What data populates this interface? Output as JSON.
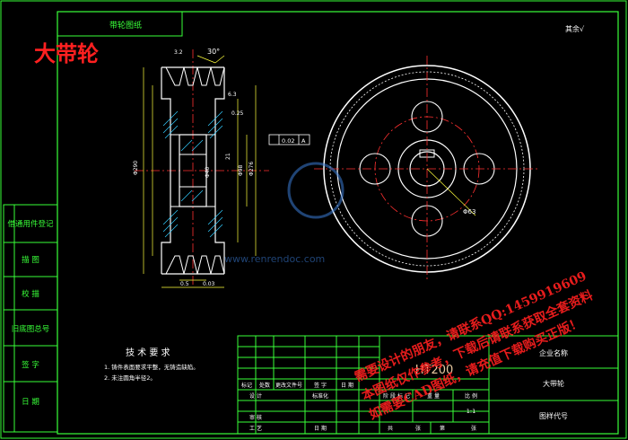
{
  "colors": {
    "background": "#000000",
    "frame": "#39ff39",
    "outline": "#ffffff",
    "center": "#ff3030",
    "dimension": "#ffff3c",
    "hatch": "#33ccff",
    "watermark": "#ff1a1a"
  },
  "drawing_title_red": "大带轮",
  "code_box": "带轮图纸",
  "surface_note": "其余√",
  "left_strip": [
    "借通用件登记",
    "描 图",
    "校 描",
    "旧底图总号",
    "签 字",
    "日 期"
  ],
  "tech_requirements": {
    "title": "技 术 要 求",
    "items": [
      "1. 铸件表面要求平整，无铸造缺陷。",
      "2. 未注圆角半径2。"
    ]
  },
  "material": "HT200",
  "title_block": {
    "company": "企业名称",
    "part_name": "大带轮",
    "drawing_code": "图样代号",
    "scale": "1:1",
    "headers": [
      "标记",
      "处数",
      "更改文件号",
      "签 字",
      "日 期"
    ],
    "rows": [
      "设 计",
      "标准化",
      "审 核",
      "工 艺"
    ],
    "sub_headers": [
      "阶 段 标 记",
      "重 量",
      "比 例"
    ],
    "footer": [
      "共",
      "张",
      "第",
      "张"
    ],
    "date_label": "日 期"
  },
  "dimensions": {
    "angle": "30°",
    "tolerance": "0.02",
    "datum": "A",
    "d1": "Φ63",
    "labels": [
      "3.2",
      "6.3",
      "Φ290",
      "Φ40",
      "Φ98",
      "Φ276",
      "21",
      "0.25",
      "0.5",
      "0.03"
    ]
  },
  "watermark_lines": [
    "需要设计的朋友，请联系QQ:1459919609",
    "本图纸仅作参考，下载后请联系获取全套资料",
    "如需要CAD图纸，请充值下载购买正版！"
  ],
  "logo_url": "www.renrendoc.com"
}
